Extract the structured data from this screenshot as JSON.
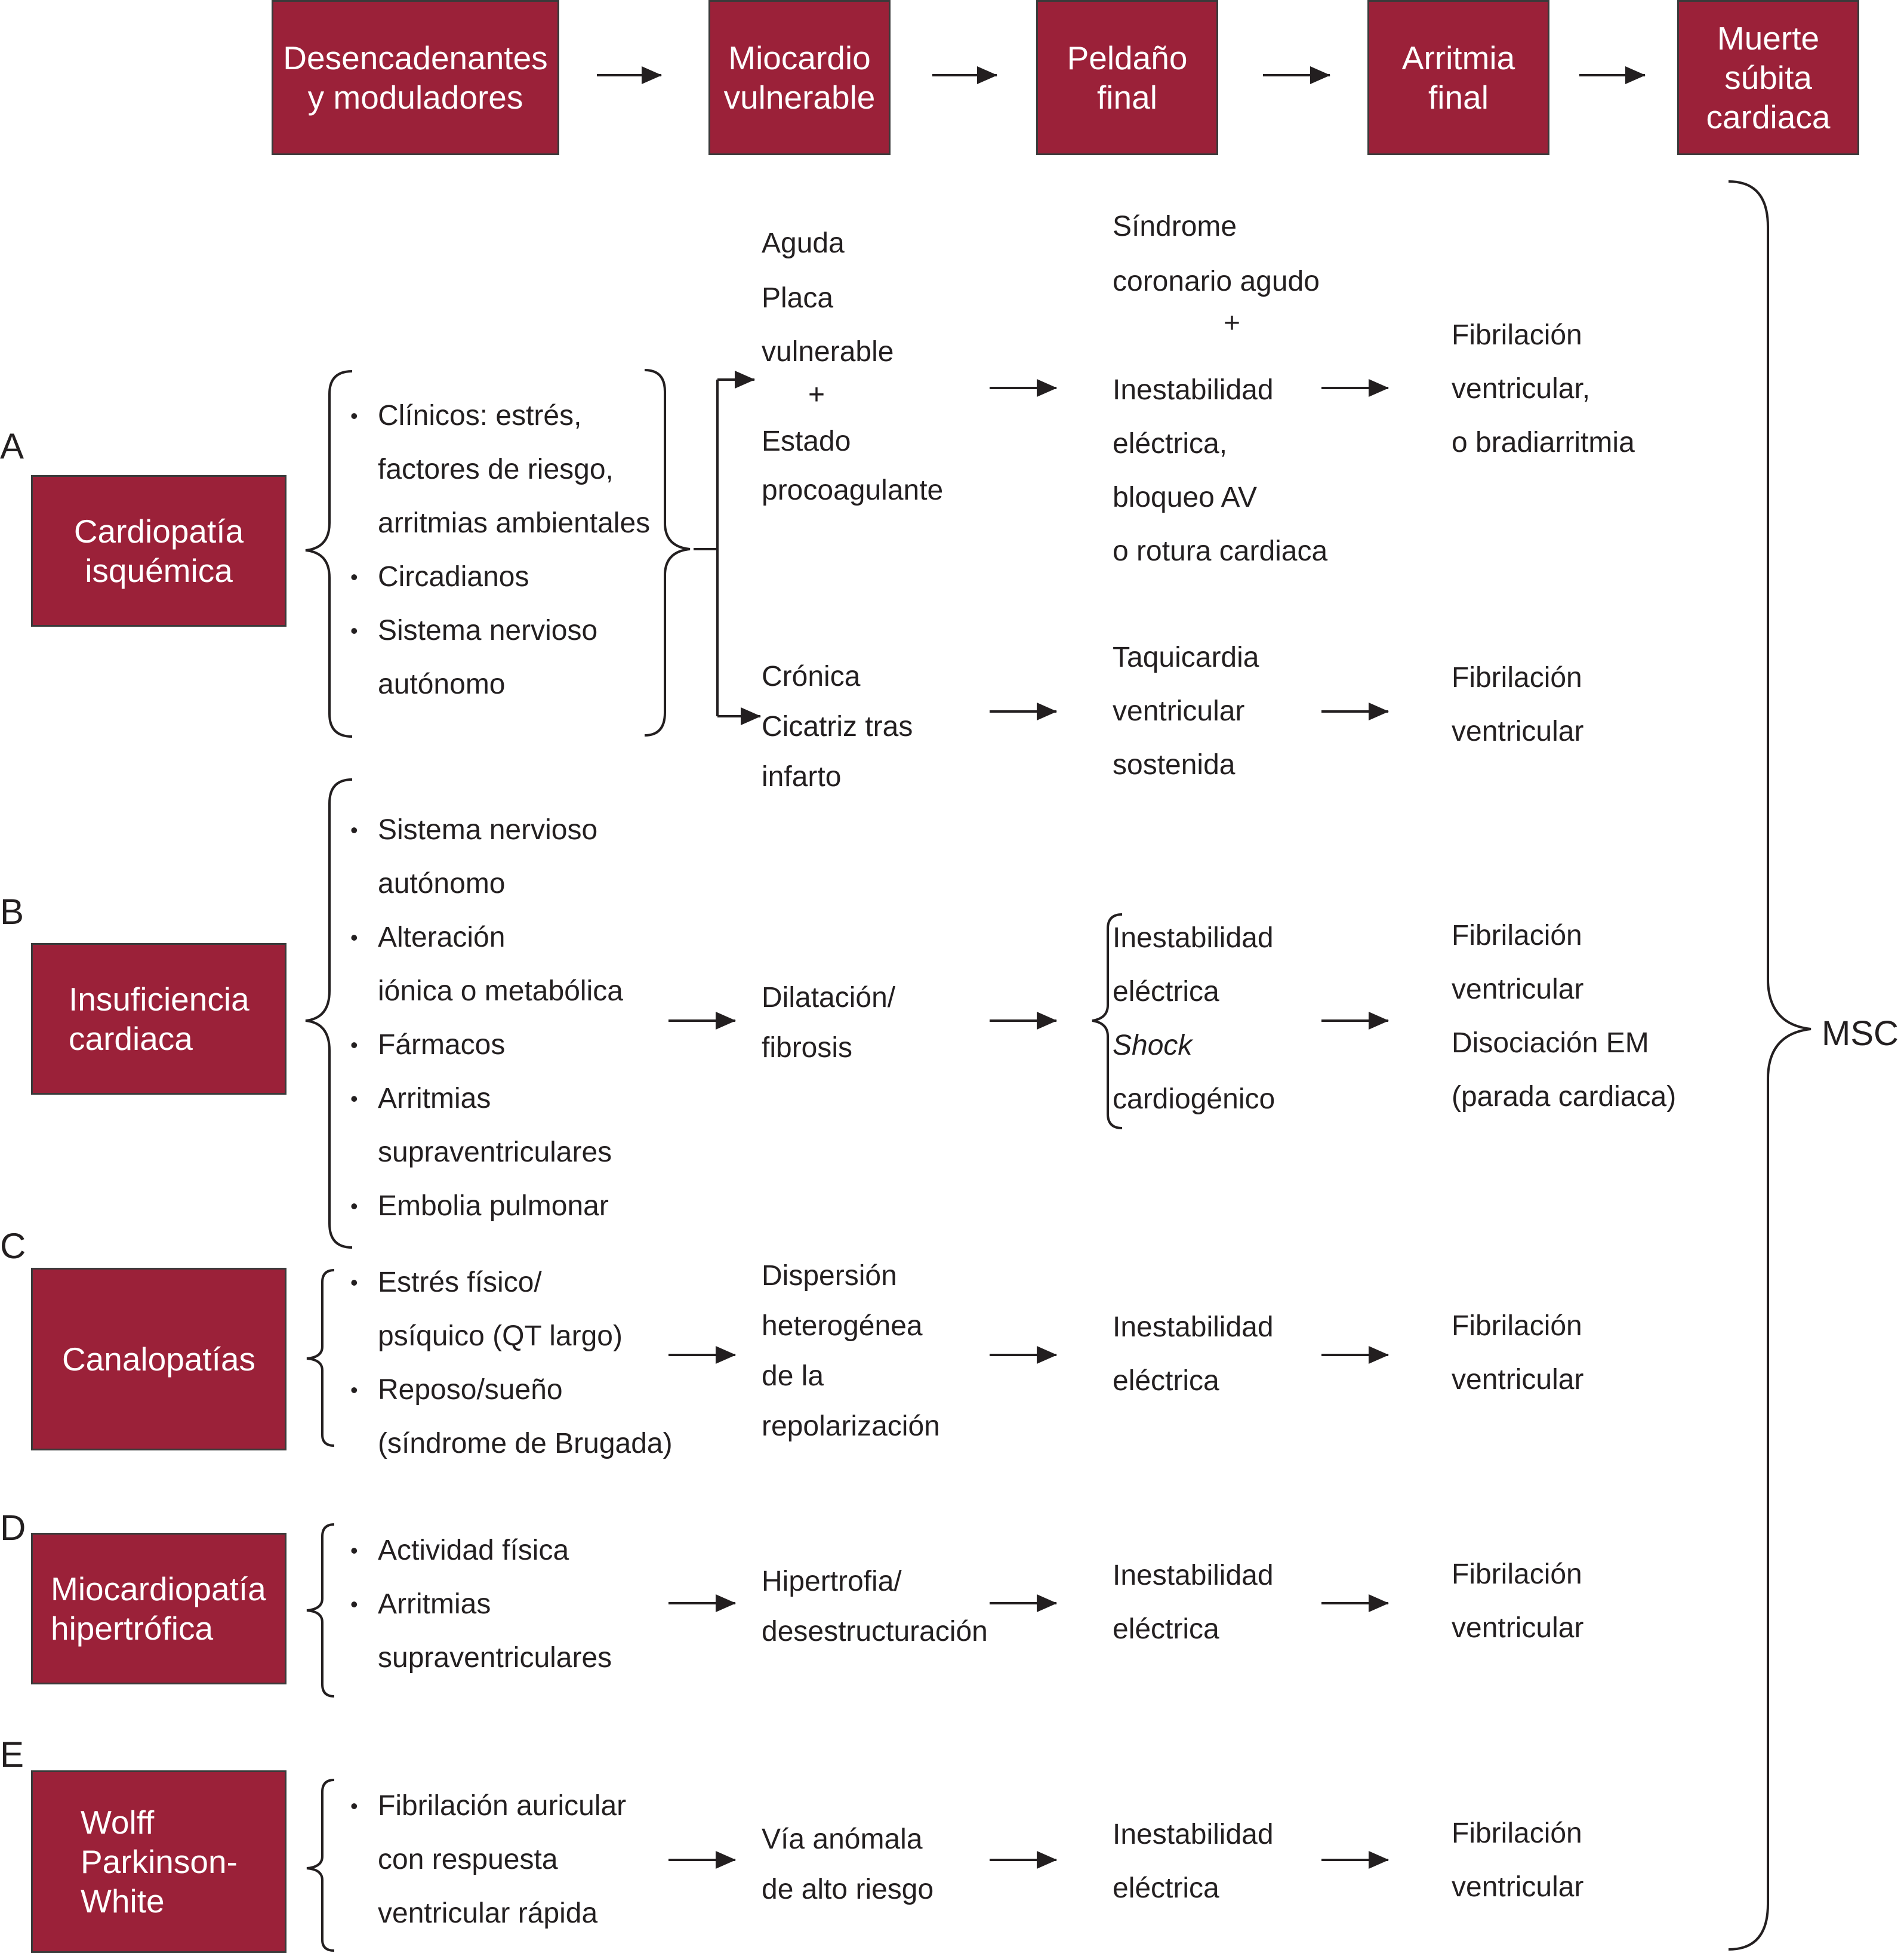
{
  "header": {
    "stages": [
      "Desencadenantes\ny moduladores",
      "Miocardio\nvulnerable",
      "Peldaño\nfinal",
      "Arritmia\nfinal",
      "Muerte\nsúbita\ncardiaca"
    ]
  },
  "rows": {
    "a": {
      "letter": "A",
      "title": "Cardiopatía\nisquémica",
      "triggers": [
        "Clínicos: estrés,",
        "factores de riesgo,",
        "arritmias ambientales",
        "Circadianos",
        "Sistema nervioso",
        "autónomo"
      ],
      "acute": {
        "lines": [
          "Aguda",
          "Placa",
          "vulnerable"
        ],
        "plus": "+",
        "lines2": [
          "Estado",
          "procoagulante"
        ],
        "final_step": [
          "Síndrome",
          "coronario agudo"
        ],
        "final_plus": "+",
        "final_step2": [
          "Inestabilidad",
          "eléctrica,",
          "bloqueo AV",
          "o rotura cardiaca"
        ],
        "arrhythmia": [
          "Fibrilación",
          "ventricular,",
          "o bradiarritmia"
        ]
      },
      "chronic": {
        "lines": [
          "Crónica",
          "Cicatriz tras",
          "infarto"
        ],
        "final_step": [
          "Taquicardia",
          "ventricular",
          "sostenida"
        ],
        "arrhythmia": [
          "Fibrilación",
          "ventricular"
        ]
      }
    },
    "b": {
      "letter": "B",
      "title": "Insuficiencia\ncardiaca",
      "triggers": [
        "Sistema nervioso",
        "autónomo",
        "Alteración",
        "iónica o metabólica",
        "Fármacos",
        "Arritmias",
        "supraventriculares",
        "Embolia pulmonar"
      ],
      "substrate": [
        "Dilatación/",
        "fibrosis"
      ],
      "final_step": [
        "Inestabilidad",
        "eléctrica",
        "Shock",
        "cardiogénico"
      ],
      "arrhythmia": [
        "Fibrilación",
        "ventricular",
        "Disociación EM",
        "(parada cardiaca)"
      ]
    },
    "c": {
      "letter": "C",
      "title": "Canalopatías",
      "triggers": [
        "Estrés físico/",
        "psíquico (QT largo)",
        "Reposo/sueño",
        "(síndrome de Brugada)"
      ],
      "substrate": [
        "Dispersión",
        "heterogénea",
        "de la",
        "repolarización"
      ],
      "final_step": [
        "Inestabilidad",
        "eléctrica"
      ],
      "arrhythmia": [
        "Fibrilación",
        "ventricular"
      ]
    },
    "d": {
      "letter": "D",
      "title": "Miocardiopatía\nhipertrófica",
      "triggers": [
        "Actividad física",
        "Arritmias",
        "supraventriculares"
      ],
      "substrate": [
        "Hipertrofia/",
        "desestructuración"
      ],
      "final_step": [
        "Inestabilidad",
        "eléctrica"
      ],
      "arrhythmia": [
        "Fibrilación",
        "ventricular"
      ]
    },
    "e": {
      "letter": "E",
      "title": "Wolff\nParkinson-\nWhite",
      "triggers": [
        "Fibrilación auricular",
        "con respuesta",
        "ventricular rápida"
      ],
      "substrate": [
        "Vía anómala",
        "de alto riesgo"
      ],
      "final_step": [
        "Inestabilidad",
        "eléctrica"
      ],
      "arrhythmia": [
        "Fibrilación",
        "ventricular"
      ]
    }
  },
  "outcome": "MSC",
  "colors": {
    "box_fill": "#9b2139",
    "box_border": "#3a3a3a",
    "text": "#231f20",
    "box_text": "#ffffff"
  }
}
